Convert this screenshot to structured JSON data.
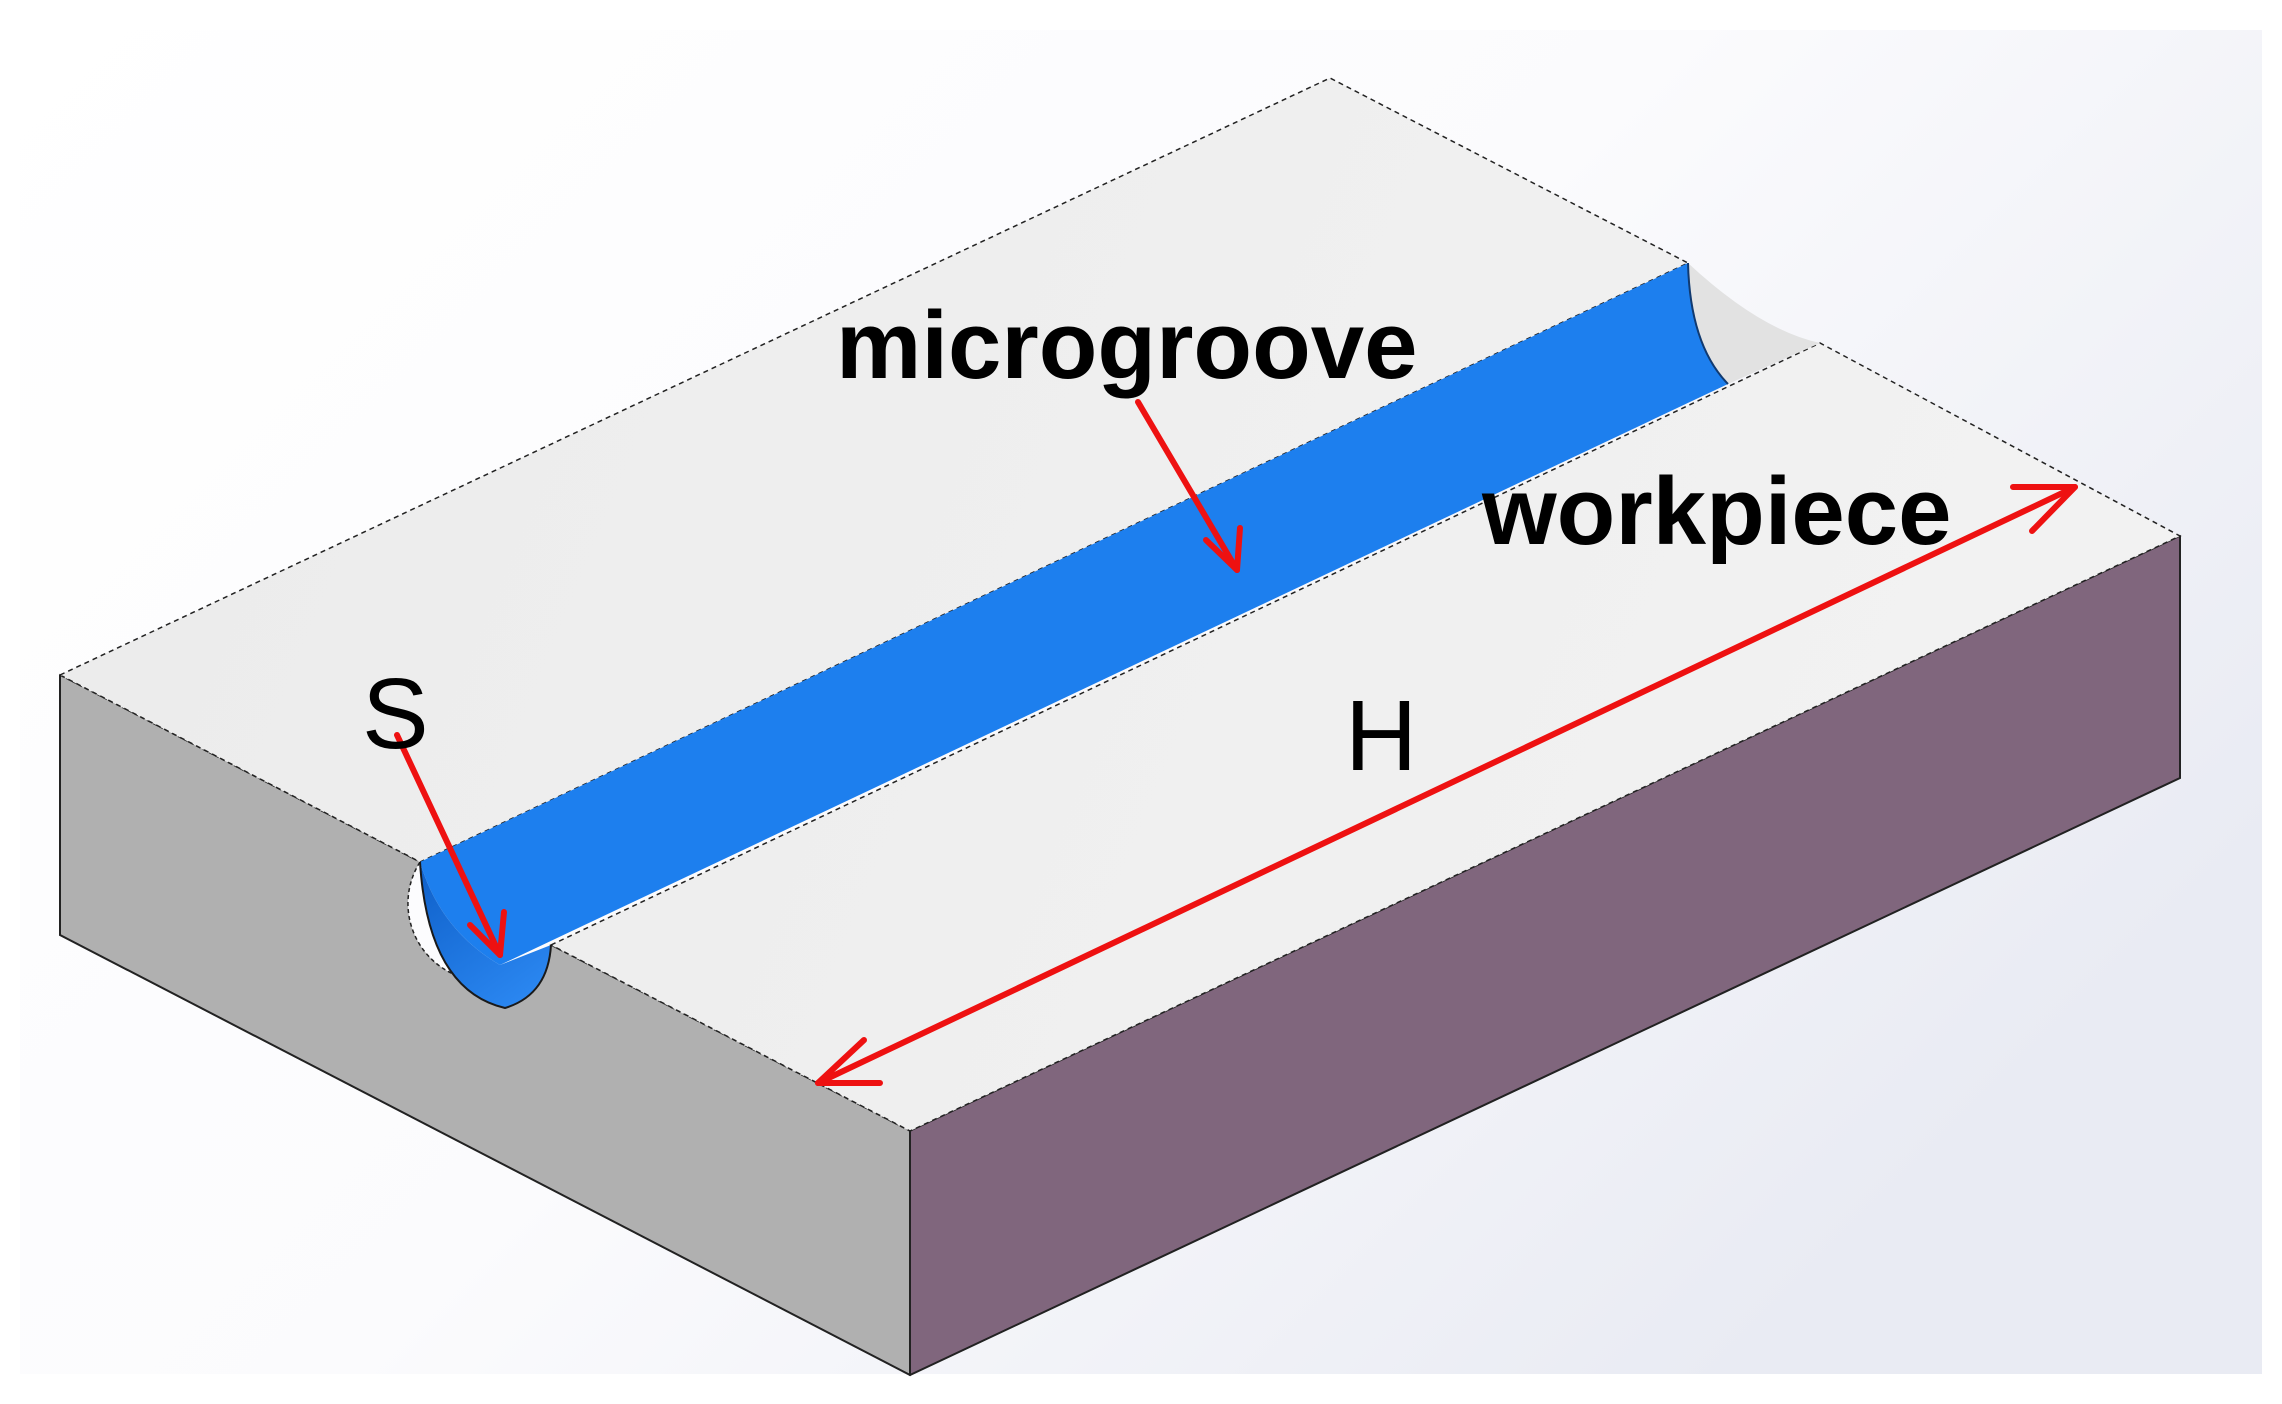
{
  "labels": {
    "microgroove": "microgroove",
    "workpiece": "workpiece",
    "S": "S",
    "H": "H"
  },
  "colors": {
    "top_face": "#efefef",
    "front_face": "#b0b0b0",
    "side_face": "#80667d",
    "groove_dark": "#053a7e",
    "groove_light": "#1a7ae8",
    "arrow": "#ee1111"
  }
}
